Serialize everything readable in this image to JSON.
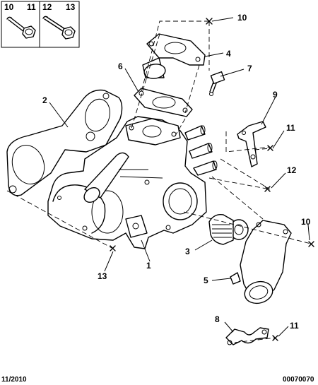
{
  "header_box": {
    "labels": [
      "10",
      "11",
      "12",
      "13"
    ]
  },
  "callouts": {
    "c1": "1",
    "c2": "2",
    "c3": "3",
    "c4": "4",
    "c5": "5",
    "c6": "6",
    "c7": "7",
    "c8": "8",
    "c9": "9",
    "c10a": "10",
    "c10b": "10",
    "c11a": "11",
    "c11b": "11",
    "c12": "12",
    "c13": "13"
  },
  "footer": {
    "date": "11/2010",
    "code": "00070070"
  },
  "icons": {
    "marker": "cross-marker-icon",
    "bolt": "bolt-icon"
  },
  "colors": {
    "line": "#000000",
    "background": "#ffffff"
  }
}
